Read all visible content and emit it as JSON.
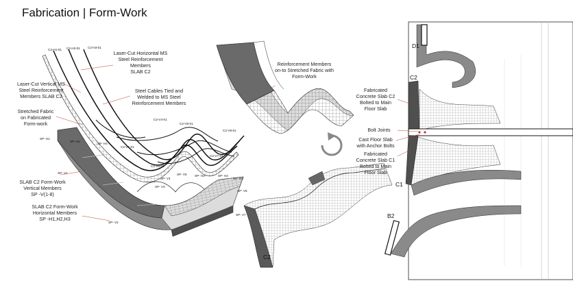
{
  "title": "Fabrication | Form-Work",
  "annotations": {
    "laser_cut_horizontal": [
      "Laser-Cut Horizontal MS",
      "Steel Reinforcement",
      "Members",
      "SLAB C2"
    ],
    "laser_cut_vertical": [
      "Laser-Cut Vertical MS",
      "Steel Reinforcement",
      "Members SLAB C2"
    ],
    "steel_cables": [
      "Steel Cables Tied and",
      "Welded to MS Steel",
      "Reinforcement Members"
    ],
    "stretched_fabric": [
      "Stretched Fabric",
      "on Fabricated",
      "Form-work"
    ],
    "reinforcement_onto_fabric": [
      "Reinforcement Members",
      "on-to Stretched Fabric with",
      "Form-Work"
    ],
    "formwork_vertical": [
      "SLAB C2 Form-Work",
      "Vertical Members",
      "SP -V(1-8)"
    ],
    "formwork_horizontal": [
      "SLAB C2 Form-Work",
      "Horizontal Members",
      "SP -H1,H2,H3"
    ],
    "fabricated_c2": [
      "Fabricated",
      "Concrete Slab C2",
      "Bolted to Main",
      "Floor Slab"
    ],
    "bolt_joints": [
      "Bolt Joints"
    ],
    "cast_floor_slab": [
      "Cast Floor Slab",
      "with Anchor Bolts"
    ],
    "fabricated_c1": [
      "Fabricated",
      "Concrete Slab C1",
      "Bolted to Main",
      "Floor Slab"
    ]
  },
  "part_tags": {
    "c2_h1": "C2-H1-01",
    "c2_h2": "C2-H2-01",
    "c2_h3": "C2-H3-01",
    "c2_v4": "C2-V4-01",
    "c2_v5": "C2-V5-01",
    "c2_v6": "C2-V6-01",
    "c2_v7": "C2-V7-01",
    "c2_v8": "C2-V8-01",
    "c2_v1": "C2-V1-01",
    "sp_h1": "SP- H1",
    "sp_h2": "SP- H2",
    "sp_v1": "SP- V1",
    "sp_v2": "SP- V2",
    "sp_v3": "SP- V3",
    "sp_v4": "SP- V4",
    "sp_v5": "SP- V5",
    "sp_h3": "SP- H3",
    "sp_h2b": "SP- H2",
    "sp_h3b": "SP- H3",
    "sp_v6": "SP- V6",
    "sp_v7": "SP- V7",
    "sp_v8": "SP- V8",
    "sp_hm": "SP- H4"
  },
  "slab_labels": {
    "d1": "D1",
    "c2_top": "C2",
    "c1": "C1",
    "b2": "B2",
    "c2_model": "C2"
  },
  "colors": {
    "formwork_dark": "#5f5f5f",
    "formwork_mid": "#8a8a8a",
    "fabric_light": "#d8d8d8",
    "bolt_accent": "#c0392b"
  },
  "icons": {
    "rotate": "rotate-arrow-icon"
  }
}
